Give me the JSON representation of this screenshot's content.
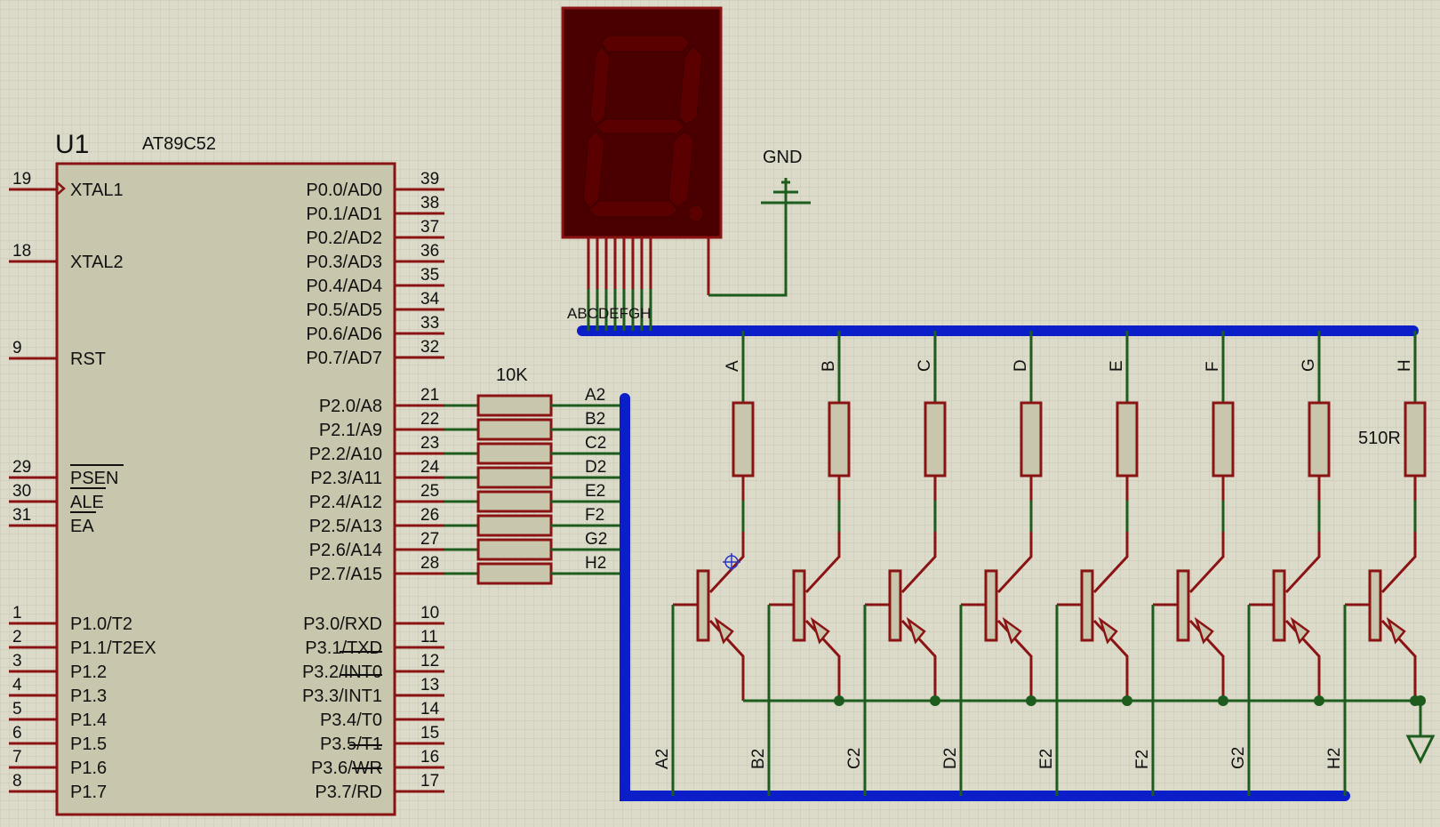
{
  "mcu": {
    "ref": "U1",
    "part": "AT89C52",
    "left_pins": [
      {
        "num": "19",
        "name": "XTAL1"
      },
      {
        "num": "18",
        "name": "XTAL2"
      },
      {
        "num": "9",
        "name": "RST"
      },
      {
        "num": "29",
        "name": "PSEN"
      },
      {
        "num": "30",
        "name": "ALE"
      },
      {
        "num": "31",
        "name": "EA"
      },
      {
        "num": "1",
        "name": "P1.0/T2"
      },
      {
        "num": "2",
        "name": "P1.1/T2EX"
      },
      {
        "num": "3",
        "name": "P1.2"
      },
      {
        "num": "4",
        "name": "P1.3"
      },
      {
        "num": "5",
        "name": "P1.4"
      },
      {
        "num": "6",
        "name": "P1.5"
      },
      {
        "num": "7",
        "name": "P1.6"
      },
      {
        "num": "8",
        "name": "P1.7"
      }
    ],
    "right_pins": [
      {
        "num": "39",
        "name": "P0.0/AD0"
      },
      {
        "num": "38",
        "name": "P0.1/AD1"
      },
      {
        "num": "37",
        "name": "P0.2/AD2"
      },
      {
        "num": "36",
        "name": "P0.3/AD3"
      },
      {
        "num": "35",
        "name": "P0.4/AD4"
      },
      {
        "num": "34",
        "name": "P0.5/AD5"
      },
      {
        "num": "33",
        "name": "P0.6/AD6"
      },
      {
        "num": "32",
        "name": "P0.7/AD7"
      },
      {
        "num": "21",
        "name": "P2.0/A8"
      },
      {
        "num": "22",
        "name": "P2.1/A9"
      },
      {
        "num": "23",
        "name": "P2.2/A10"
      },
      {
        "num": "24",
        "name": "P2.3/A11"
      },
      {
        "num": "25",
        "name": "P2.4/A12"
      },
      {
        "num": "26",
        "name": "P2.5/A13"
      },
      {
        "num": "27",
        "name": "P2.6/A14"
      },
      {
        "num": "28",
        "name": "P2.7/A15"
      },
      {
        "num": "10",
        "name": "P3.0/RXD"
      },
      {
        "num": "11",
        "name": "P3.1/TXD"
      },
      {
        "num": "12",
        "name": "P3.2/INT0"
      },
      {
        "num": "13",
        "name": "P3.3/INT1"
      },
      {
        "num": "14",
        "name": "P3.4/T0"
      },
      {
        "num": "15",
        "name": "P3.5/T1"
      },
      {
        "num": "16",
        "name": "P3.6/WR"
      },
      {
        "num": "17",
        "name": "P3.7/RD"
      }
    ]
  },
  "resistor_pack_value": "10K",
  "base_nets": [
    "A2",
    "B2",
    "C2",
    "D2",
    "E2",
    "F2",
    "G2",
    "H2"
  ],
  "segment_nets": [
    "A",
    "B",
    "C",
    "D",
    "E",
    "F",
    "G",
    "H"
  ],
  "seg_resistor_value": "510R",
  "gnd_label": "GND",
  "display_pin_labels": "ABCDEFGH",
  "colors": {
    "background": "#dcdbca",
    "grid": "#c7c6b4",
    "wire_red": "#8a1414",
    "wire_green": "#1d5c1d",
    "bus": "#0b1ec8",
    "component_fill": "#c8c6ad",
    "display_body": "#4a0000",
    "segment": "#5a0000"
  }
}
